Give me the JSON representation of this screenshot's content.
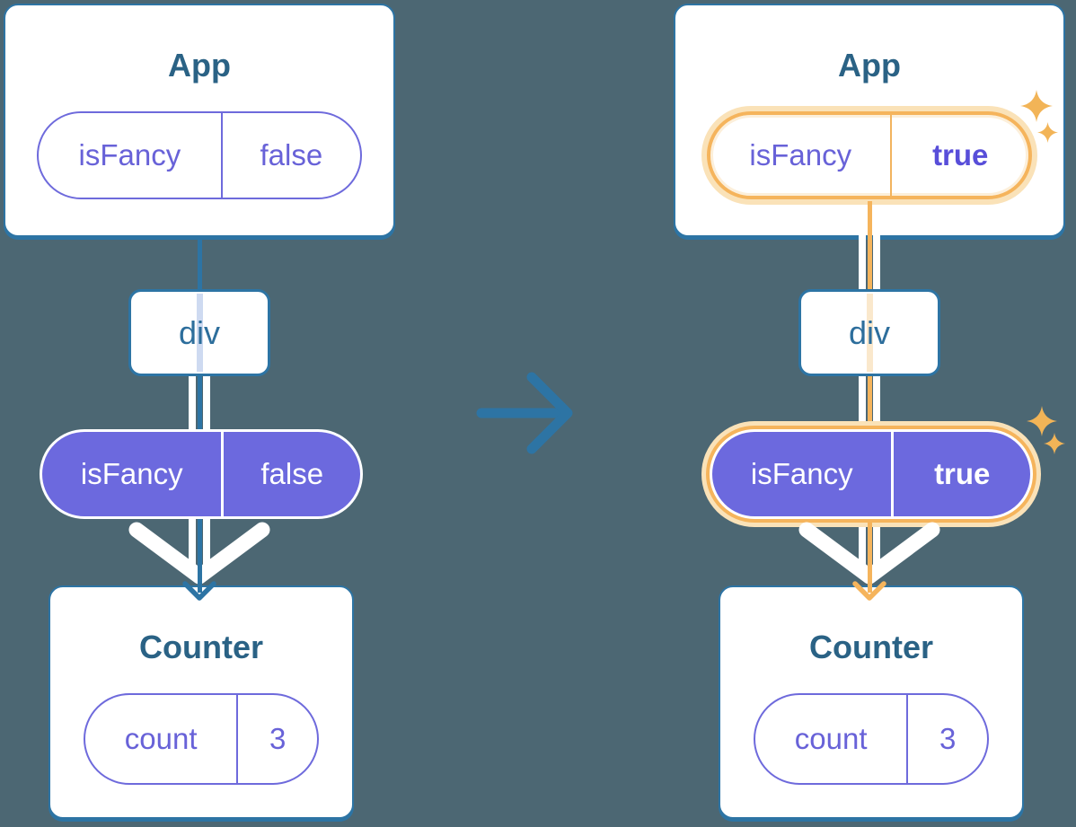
{
  "colors": {
    "background": "#4C6773",
    "card_fill": "#FFFFFF",
    "accent_blue": "#2D74A4",
    "component_title": "#2A6285",
    "state_purple_fill": "#6C69DE",
    "state_purple_text": "#6862D8",
    "state_purple_bold": "#584ED9",
    "highlight_orange": "#F5B45C",
    "highlight_orange_glow": "#FAE2B8",
    "passthrough_blue": "#CEDAF1",
    "passthrough_orange": "#FAE8CC",
    "connector_white": "#FFFFFF"
  },
  "icons": {
    "transition_arrow": "arrow-right-icon",
    "sparkle": "sparkle-icon",
    "flow_arrowhead": "chevron-down-icon"
  },
  "before": {
    "app_title": "App",
    "app_state": {
      "key": "isFancy",
      "value": "false"
    },
    "div_label": "div",
    "prop": {
      "key": "isFancy",
      "value": "false"
    },
    "counter_title": "Counter",
    "counter_state": {
      "key": "count",
      "value": "3"
    }
  },
  "after": {
    "app_title": "App",
    "app_state": {
      "key": "isFancy",
      "value": "true"
    },
    "div_label": "div",
    "prop": {
      "key": "isFancy",
      "value": "true"
    },
    "counter_title": "Counter",
    "counter_state": {
      "key": "count",
      "value": "3"
    }
  }
}
